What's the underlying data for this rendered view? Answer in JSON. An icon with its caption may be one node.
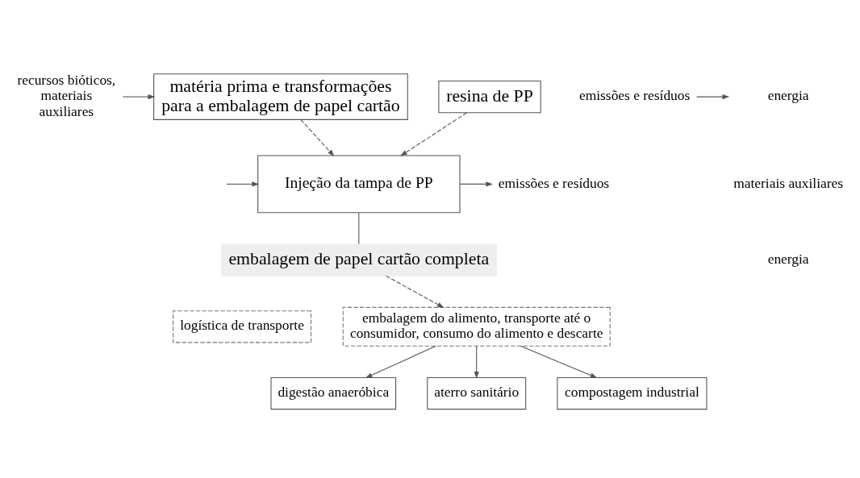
{
  "diagram": {
    "nodes": [
      {
        "text": [
          "recursos bióticos, materiais auxiliares"
        ]
      },
      {
        "text": [
          "matéria prima e transformações para a embalagem de papel cartão"
        ]
      },
      {
        "text": [
          "resina de PP"
        ]
      },
      {
        "text": [
          "emissões e resíduos"
        ]
      },
      {
        "text": [
          "Injeção da tampa de PP"
        ]
      },
      {
        "text": [
          "emissões e resíduos"
        ]
      },
      {
        "text": [
          "embalagem de papel cartão completa"
        ]
      },
      {
        "text": [
          "logística de transporte"
        ]
      },
      {
        "text": [
          "embalagem do alimento, transporte até o consumidor, consumo do alimento e descarte"
        ]
      },
      {
        "text": [
          "digestão anaeróbica"
        ]
      },
      {
        "text": [
          "aterro sanitário"
        ]
      },
      {
        "text": [
          "compostagem industrial"
        ]
      }
    ],
    "edges": [
      {
        "from": 0,
        "to": 1,
        "arrow": "to"
      },
      {
        "from": 1,
        "to": 4,
        "arrow": "to",
        "style": "dashed"
      },
      {
        "from": 2,
        "to": 4,
        "arrow": "to",
        "style": "dashed"
      },
      {
        "from": 3,
        "to": null,
        "arrow": "to"
      },
      {
        "from": null,
        "to": 4,
        "arrow": "to"
      },
      {
        "from": 4,
        "to": 5,
        "arrow": "to"
      },
      {
        "from": 4,
        "to": 6,
        "arrow": "none"
      },
      {
        "from": 6,
        "to": 8,
        "arrow": "to",
        "style": "dashed"
      },
      {
        "from": 8,
        "to": 9,
        "arrow": "to"
      },
      {
        "from": 8,
        "to": 10,
        "arrow": "to"
      },
      {
        "from": 8,
        "to": 11,
        "arrow": "to"
      }
    ],
    "labels": [
      "energia",
      "materiais auxiliares",
      "energia"
    ]
  }
}
